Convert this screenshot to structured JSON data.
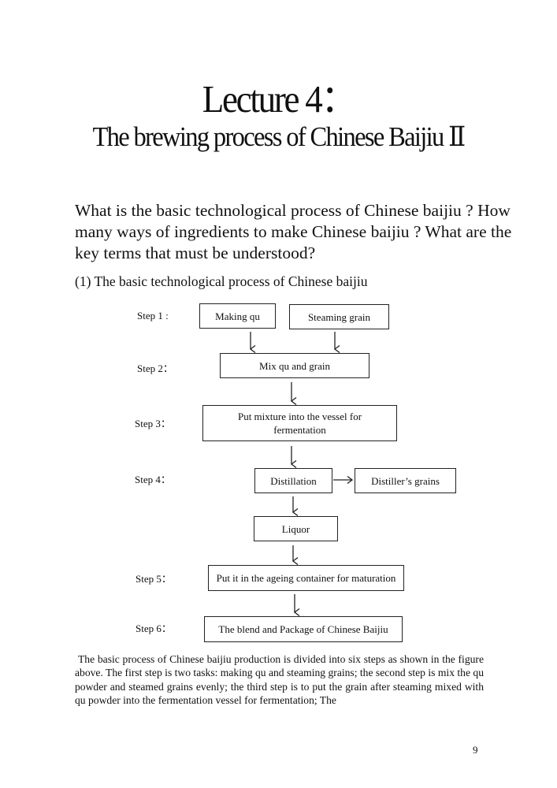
{
  "title": {
    "line1": "Lecture 4：",
    "line2": "The brewing process of Chinese Baijiu Ⅱ"
  },
  "question": "What is the basic technological process of Chinese baijiu ? How many ways of ingredients to make Chinese baijiu ? What are the key terms that must be understood?",
  "section_heading": "(1) The basic technological process of Chinese baijiu",
  "flowchart": {
    "steps": [
      {
        "label": "Step 1 :"
      },
      {
        "label": "Step 2："
      },
      {
        "label": "Step 3："
      },
      {
        "label": "Step 4："
      },
      {
        "label": "Step 5："
      },
      {
        "label": "Step 6："
      }
    ],
    "boxes": {
      "making_qu": "Making qu",
      "steaming_grain": "Steaming grain",
      "mix": "Mix qu and grain",
      "fermentation": "Put mixture into the vessel for fermentation",
      "distillation": "Distillation",
      "distillers_grains": "Distiller’s grains",
      "liquor": "Liquor",
      "ageing": "Put it in the ageing container for maturation",
      "blend": "The blend and Package of Chinese Baijiu"
    }
  },
  "paragraph": "The basic process of Chinese baijiu production is divided into six steps as shown in the figure above. The first step is two tasks: making qu and steaming grains; the second step is mix the qu powder and steamed grains evenly; the third step is to put the grain after steaming mixed with qu powder into the fermentation vessel for fermentation; The",
  "page_number": "9"
}
